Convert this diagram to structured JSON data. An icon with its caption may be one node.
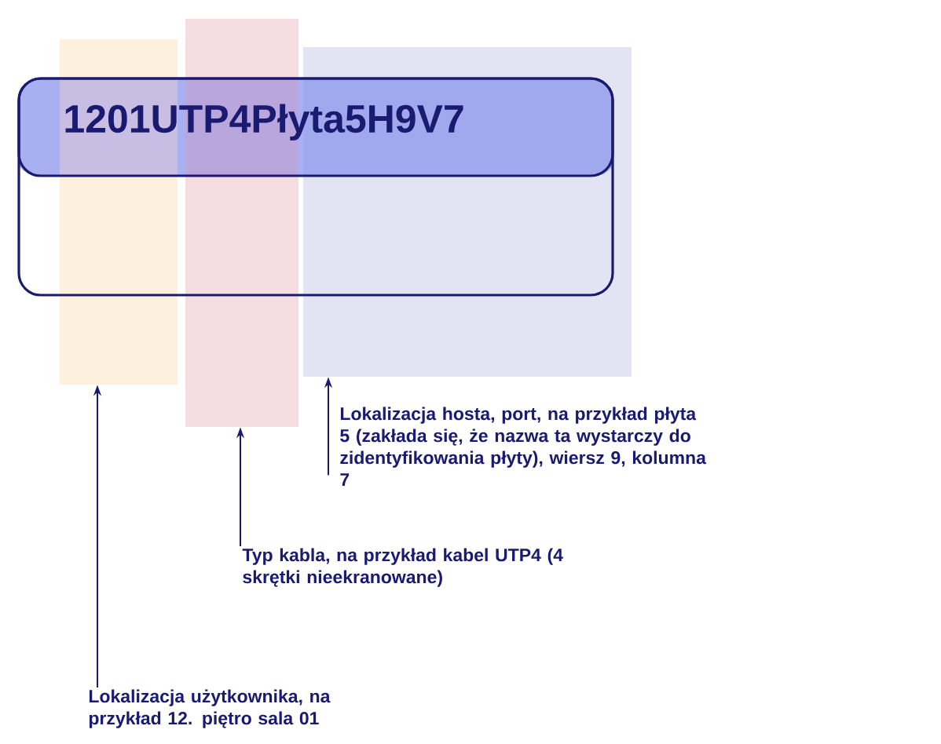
{
  "diagram": {
    "nodes": [
      {
        "text": [
          "1201UTP4Płyta5H9V7"
        ]
      },
      {
        "text": [],
        "shape": "bar"
      },
      {
        "text": [],
        "shape": "bar"
      },
      {
        "text": [],
        "shape": "bar"
      },
      {
        "text": [
          "Lokalizacja hosta, port, na przykład płyta 5 (zakłada się, że nazwa ta wystarczy do zidentyfikowania płyty), wiersz 9, kolumna 7"
        ]
      },
      {
        "text": [
          "Typ kabla, na przykład kabel UTP4 (4 skrętki nieekranowane)"
        ]
      },
      {
        "text": [
          "Lokalizacja użytkownika, na przykład 12. piętro sala 01"
        ]
      }
    ],
    "edges": [
      {
        "from": 4,
        "to": 3,
        "arrow": "to"
      },
      {
        "from": 5,
        "to": 2,
        "arrow": "to"
      },
      {
        "from": 6,
        "to": 1,
        "arrow": "to"
      }
    ]
  }
}
